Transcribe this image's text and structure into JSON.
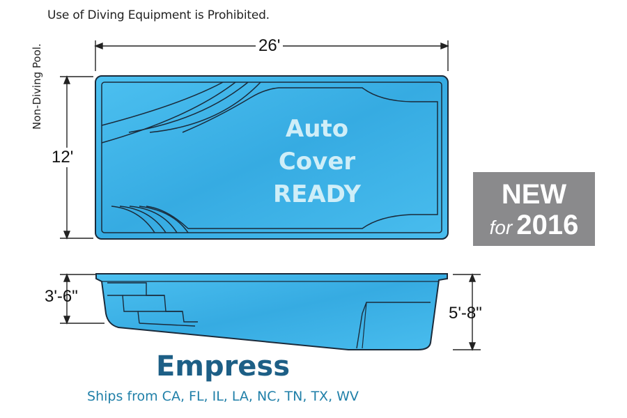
{
  "notice": "Use of Diving Equipment is Prohibited.",
  "side_note": "Non-Diving Pool.",
  "dimensions": {
    "length": "26'",
    "width": "12'",
    "shallow_depth": "3'-6\"",
    "deep_depth": "5'-8\""
  },
  "overlay": {
    "line1": "Auto",
    "line2": "Cover",
    "line3": "READY"
  },
  "badge": {
    "new": "NEW",
    "for": "for",
    "year": "2016"
  },
  "model": {
    "name": "Empress",
    "ships_from": "Ships from CA, FL, IL, LA, NC, TN, TX, WV"
  },
  "colors": {
    "pool_fill": "#3ab2e8",
    "outline": "#1a2a3a",
    "badge_bg": "#8a8a8c",
    "title": "#1d5f86",
    "ships_text": "#1f7fa8"
  }
}
